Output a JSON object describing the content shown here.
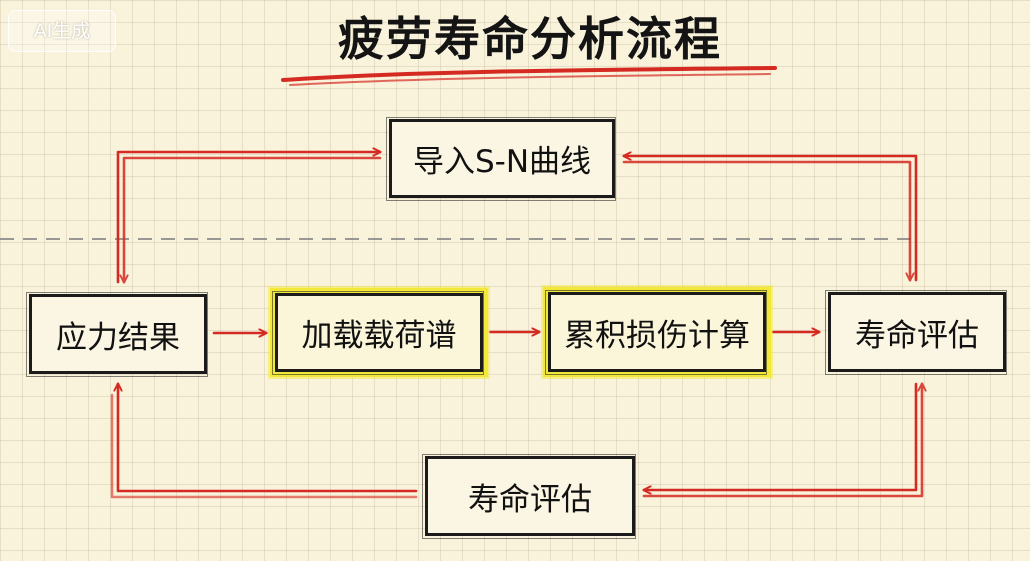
{
  "badge": {
    "text": "AI生成"
  },
  "diagram": {
    "title": "疲劳寿命分析流程",
    "nodes": {
      "sn_curve": "导入S-N曲线",
      "stress_result": "应力结果",
      "load_spectrum": "加载载荷谱",
      "damage_calc": "累积损伤计算",
      "life_eval_right": "寿命评估",
      "life_eval_bottom": "寿命评估"
    },
    "edges": [
      {
        "from": "stress_result",
        "to": "load_spectrum"
      },
      {
        "from": "load_spectrum",
        "to": "damage_calc"
      },
      {
        "from": "damage_calc",
        "to": "life_eval_right"
      },
      {
        "from": "stress_result",
        "to": "sn_curve"
      },
      {
        "from": "sn_curve",
        "to": "stress_result"
      },
      {
        "from": "life_eval_right",
        "to": "sn_curve"
      },
      {
        "from": "sn_curve",
        "to": "life_eval_right"
      },
      {
        "from": "life_eval_bottom",
        "to": "stress_result"
      },
      {
        "from": "life_eval_right",
        "to": "life_eval_bottom"
      },
      {
        "from": "life_eval_bottom",
        "to": "life_eval_right"
      }
    ],
    "colors": {
      "arrow": "#d42a22",
      "title_underline": "#d42a22",
      "highlight": "#f1e83a",
      "box_border": "#1b1b1b",
      "divider": "#8a8a8a"
    }
  }
}
